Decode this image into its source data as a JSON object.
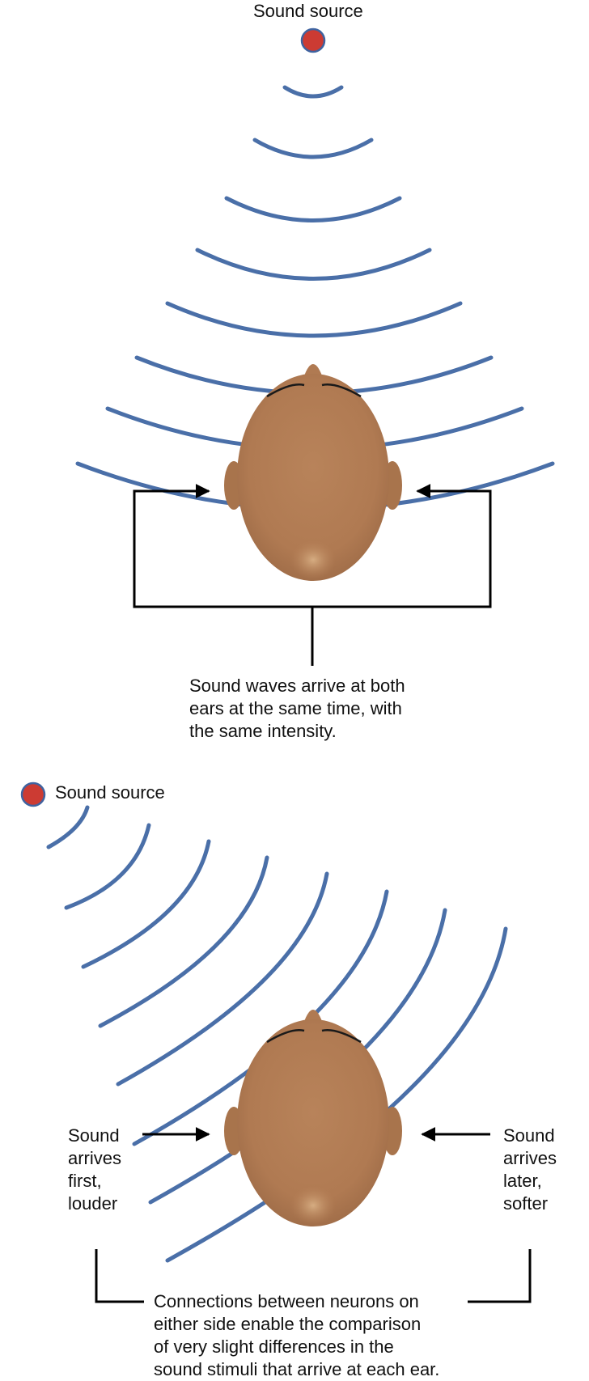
{
  "top": {
    "source_label": "Sound source",
    "caption_lines": [
      "Sound waves arrive at both",
      "ears at the same time, with",
      "the same intensity."
    ]
  },
  "bottom": {
    "source_label": "Sound source",
    "left_note_lines": [
      "Sound",
      "arrives",
      "first,",
      "louder"
    ],
    "right_note_lines": [
      "Sound",
      "arrives",
      "later,",
      "softer"
    ],
    "caption_lines": [
      "Connections between neurons on",
      "either side enable the comparison",
      "of very slight differences in the",
      "sound stimuli that arrive at each ear."
    ]
  },
  "colors": {
    "wave": "#4a6fa8",
    "source_dot": "#cc3b33",
    "source_ring": "#3f63a0",
    "head_skin": "#b7835a",
    "arrow": "#000000"
  }
}
